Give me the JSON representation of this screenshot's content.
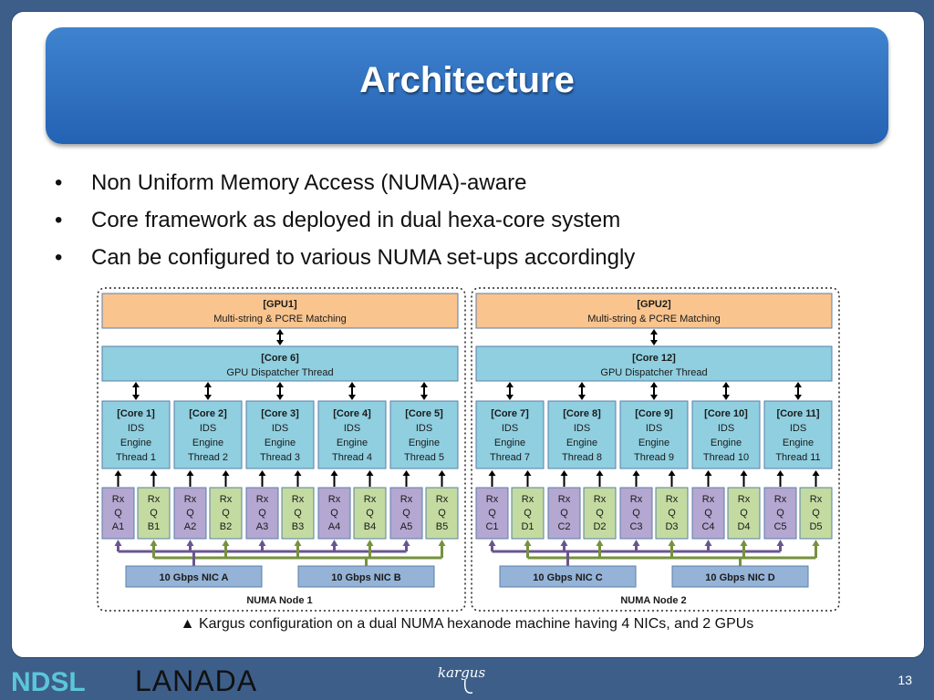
{
  "slide": {
    "title": "Architecture",
    "bullets": [
      "Non Uniform Memory  Access (NUMA)-aware",
      "Core framework as deployed in dual hexa-core system",
      "Can be configured to various NUMA set-ups accordingly"
    ],
    "caption": "▲ Kargus configuration on a dual NUMA hexanode machine having 4 NICs, and 2 GPUs",
    "page_number": "13"
  },
  "footer": {
    "logos": [
      "NDSL",
      "LANADA",
      "kargus"
    ]
  },
  "colors": {
    "gpu": "#f9c48e",
    "core": "#8fcfe0",
    "rxq_purple": "#b4a7d1",
    "rxq_green": "#c3dba0",
    "nic": "#95b3d7",
    "line_purple": "#6a558f",
    "line_green": "#76923c"
  },
  "diagram": {
    "nodes": [
      {
        "name": "NUMA Node 1",
        "gpu": {
          "title": "[GPU1]",
          "subtitle": "Multi-string & PCRE Matching"
        },
        "dispatcher": {
          "title": "[Core 6]",
          "subtitle": "GPU Dispatcher Thread"
        },
        "cores": [
          {
            "title": "[Core 1]",
            "lines": [
              "IDS",
              "Engine",
              "Thread 1"
            ]
          },
          {
            "title": "[Core 2]",
            "lines": [
              "IDS",
              "Engine",
              "Thread 2"
            ]
          },
          {
            "title": "[Core 3]",
            "lines": [
              "IDS",
              "Engine",
              "Thread 3"
            ]
          },
          {
            "title": "[Core 4]",
            "lines": [
              "IDS",
              "Engine",
              "Thread 4"
            ]
          },
          {
            "title": "[Core 5]",
            "lines": [
              "IDS",
              "Engine",
              "Thread 5"
            ]
          }
        ],
        "queues": [
          [
            "Rx",
            "Q",
            "A1"
          ],
          [
            "Rx",
            "Q",
            "B1"
          ],
          [
            "Rx",
            "Q",
            "A2"
          ],
          [
            "Rx",
            "Q",
            "B2"
          ],
          [
            "Rx",
            "Q",
            "A3"
          ],
          [
            "Rx",
            "Q",
            "B3"
          ],
          [
            "Rx",
            "Q",
            "A4"
          ],
          [
            "Rx",
            "Q",
            "B4"
          ],
          [
            "Rx",
            "Q",
            "A5"
          ],
          [
            "Rx",
            "Q",
            "B5"
          ]
        ],
        "nics": [
          "10 Gbps NIC A",
          "10 Gbps NIC B"
        ]
      },
      {
        "name": "NUMA Node 2",
        "gpu": {
          "title": "[GPU2]",
          "subtitle": "Multi-string & PCRE Matching"
        },
        "dispatcher": {
          "title": "[Core 12]",
          "subtitle": "GPU Dispatcher Thread"
        },
        "cores": [
          {
            "title": "[Core 7]",
            "lines": [
              "IDS",
              "Engine",
              "Thread 7"
            ]
          },
          {
            "title": "[Core 8]",
            "lines": [
              "IDS",
              "Engine",
              "Thread 8"
            ]
          },
          {
            "title": "[Core 9]",
            "lines": [
              "IDS",
              "Engine",
              "Thread 9"
            ]
          },
          {
            "title": "[Core 10]",
            "lines": [
              "IDS",
              "Engine",
              "Thread 10"
            ]
          },
          {
            "title": "[Core 11]",
            "lines": [
              "IDS",
              "Engine",
              "Thread 11"
            ]
          }
        ],
        "queues": [
          [
            "Rx",
            "Q",
            "C1"
          ],
          [
            "Rx",
            "Q",
            "D1"
          ],
          [
            "Rx",
            "Q",
            "C2"
          ],
          [
            "Rx",
            "Q",
            "D2"
          ],
          [
            "Rx",
            "Q",
            "C3"
          ],
          [
            "Rx",
            "Q",
            "D3"
          ],
          [
            "Rx",
            "Q",
            "C4"
          ],
          [
            "Rx",
            "Q",
            "D4"
          ],
          [
            "Rx",
            "Q",
            "C5"
          ],
          [
            "Rx",
            "Q",
            "D5"
          ]
        ],
        "nics": [
          "10 Gbps NIC C",
          "10 Gbps NIC D"
        ]
      }
    ]
  }
}
